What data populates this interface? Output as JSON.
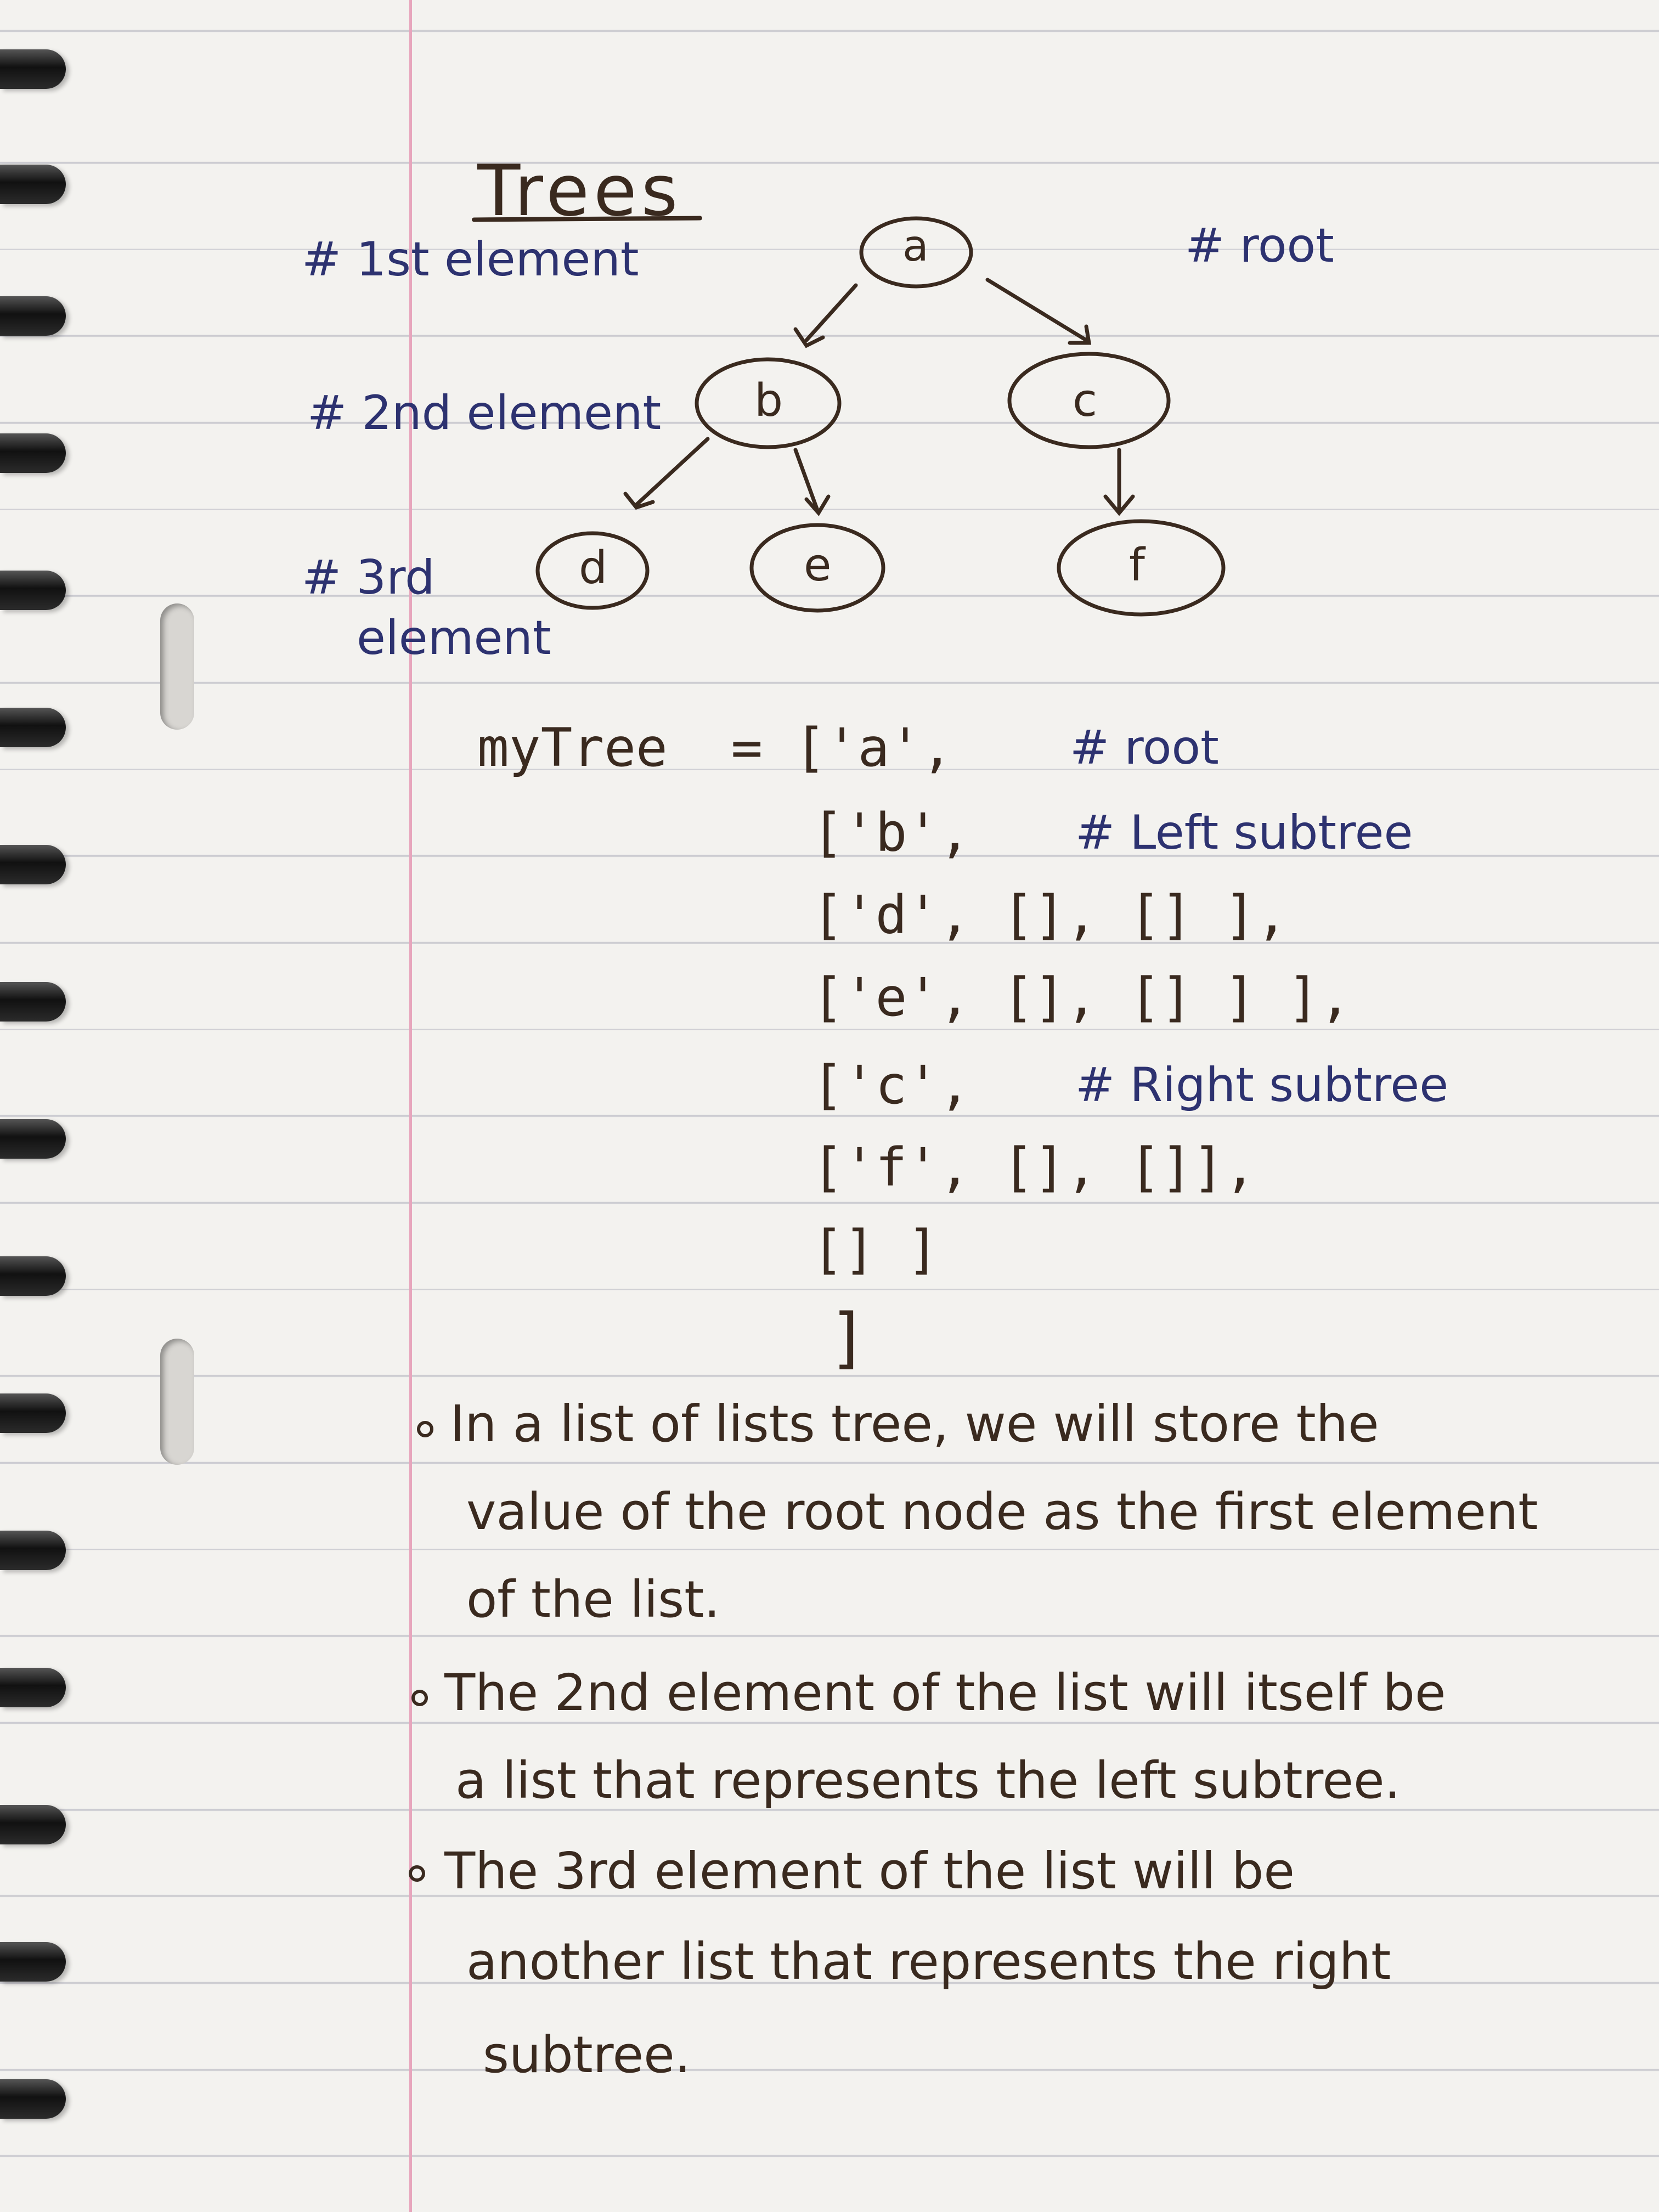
{
  "page": {
    "title": "Trees"
  },
  "tree_diagram": {
    "level_labels": [
      "# 1st element",
      "# 2nd element",
      "# 3rd",
      "element"
    ],
    "root_comment": "# root",
    "nodes": [
      "a",
      "b",
      "c",
      "d",
      "e",
      "f"
    ]
  },
  "code": {
    "lines": [
      "myTree  = ['a',",
      "['b',",
      "['d', [], [] ],",
      "['e', [], [] ] ],",
      "['c',",
      "['f', [], []],",
      "[] ]",
      "]"
    ],
    "comments": [
      "# root",
      "# Left subtree",
      "# Right subtree"
    ]
  },
  "notes": {
    "bullets": [
      [
        "In a list of lists tree, we will store the",
        "value of the root node as the first element",
        "of the list."
      ],
      [
        "The 2nd element of the list will itself be",
        "a list that represents the left subtree."
      ],
      [
        "The 3rd element of the list will be",
        "another list that represents the right",
        "subtree."
      ]
    ]
  },
  "colors": {
    "ink_brown": "#3a2a1f",
    "ink_blue": "#2d3270",
    "margin_line": "#e7a6bd",
    "rule_line": "#c9c9cf",
    "paper": "#f3f2ef"
  }
}
